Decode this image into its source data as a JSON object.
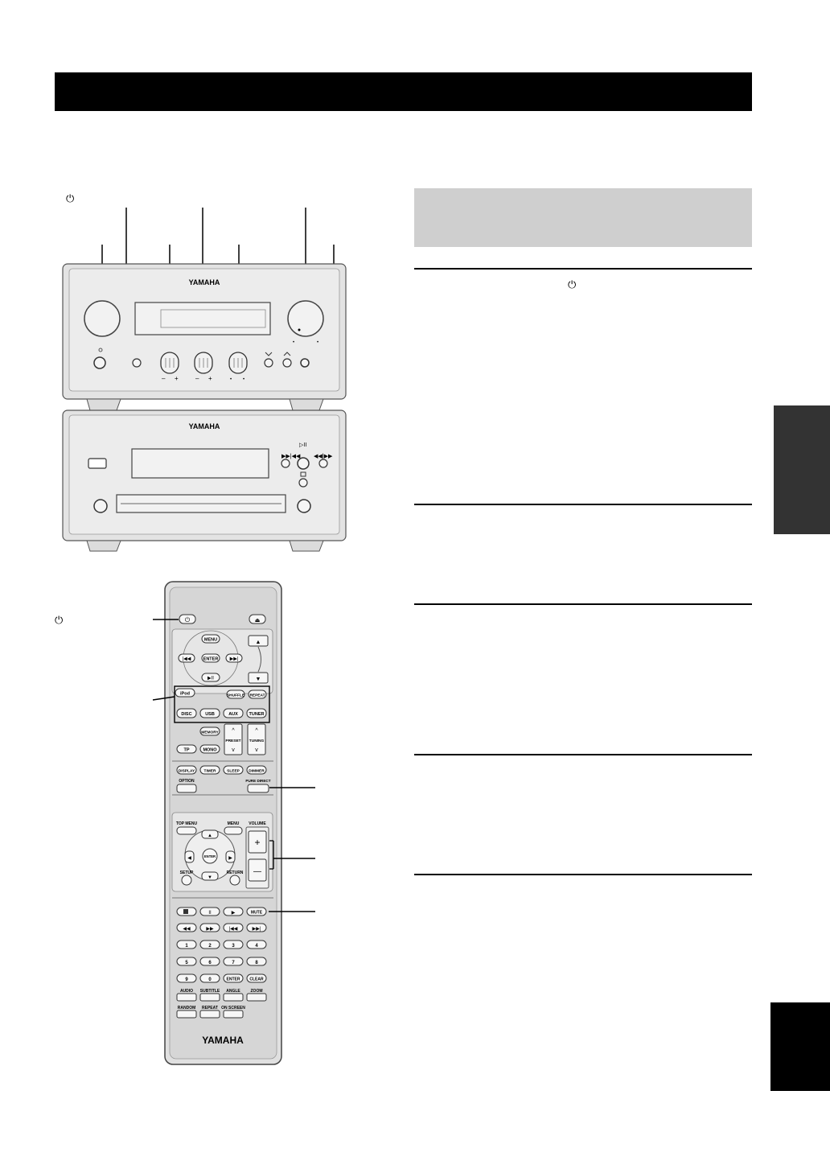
{
  "power_glyph": "⏻",
  "front_panel": {
    "brand": "YAMAHA",
    "volume_signs": [
      "–",
      "+",
      "–",
      "+"
    ]
  },
  "cd_unit": {
    "brand": "YAMAHA"
  },
  "remote": {
    "top_rows": {
      "menu": "MENU",
      "enter": "ENTER",
      "ipod": "iPod",
      "shuffle": "SHUFFLE",
      "repeat": "REPEAT",
      "disc": "DISC",
      "usb": "USB",
      "aux": "AUX",
      "tuner": "TUNER",
      "memory": "MEMORY",
      "preset": "PRESET",
      "tuning": "TUNING",
      "tp": "TP",
      "mono": "MONO",
      "display": "DISPLAY",
      "timer": "TIMER",
      "sleep": "SLEEP",
      "dimmer": "DIMMER",
      "option": "OPTION",
      "pure_direct": "PURE DIRECT"
    },
    "dvd_section": {
      "top_menu": "TOP MENU",
      "menu": "MENU",
      "volume": "VOLUME",
      "enter": "ENTER",
      "setup": "SETUP",
      "return": "RETURN",
      "plus": "+",
      "minus": "—"
    },
    "bottom": {
      "mute": "MUTE",
      "numbers": [
        "1",
        "2",
        "3",
        "4",
        "5",
        "6",
        "7",
        "8",
        "9",
        "0"
      ],
      "enter": "ENTER",
      "clear": "CLEAR",
      "audio": "AUDIO",
      "subtitle": "SUBTITLE",
      "angle": "ANGLE",
      "zoom": "ZOOM",
      "random": "RANDOM",
      "repeat": "REPEAT",
      "on_screen": "ON SCREEN"
    },
    "brand": "YAMAHA"
  }
}
